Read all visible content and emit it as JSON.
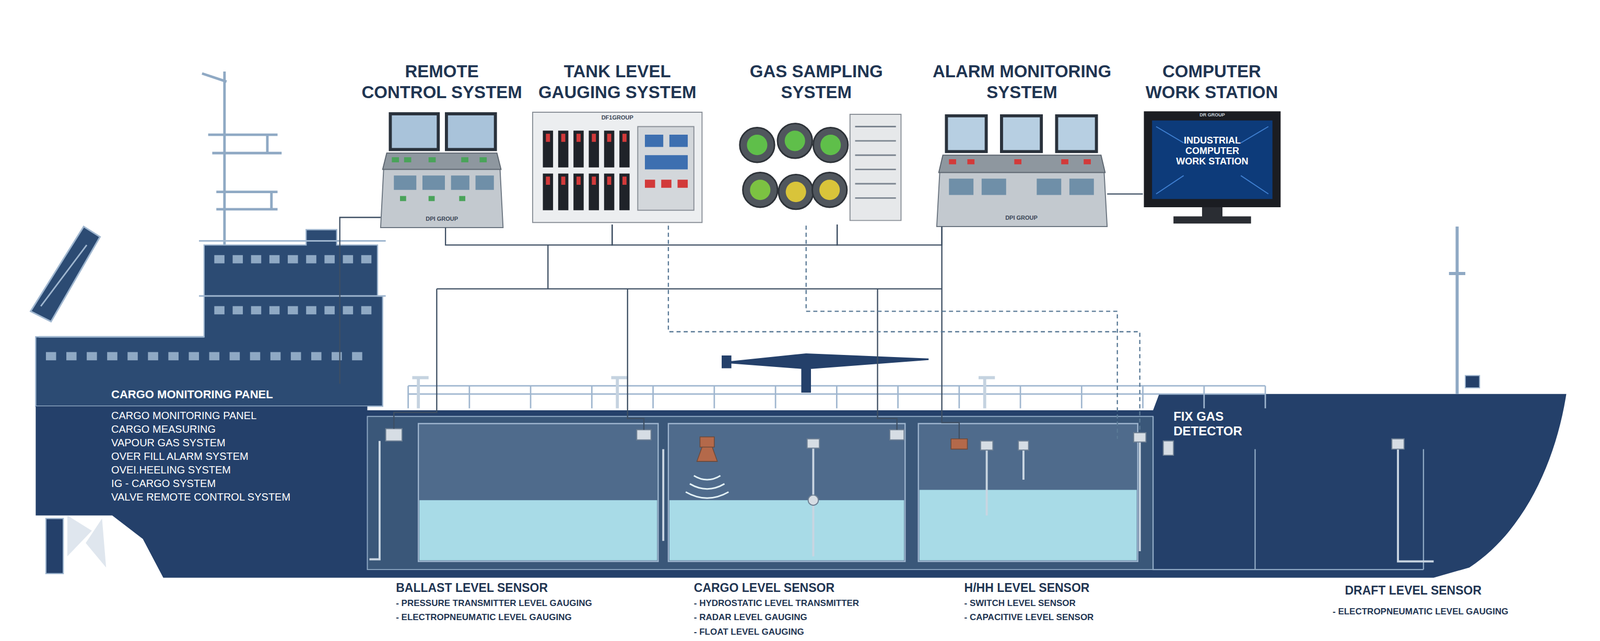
{
  "diagram": {
    "nodes": [
      {
        "text": [
          "REMOTE CONTROL SYSTEM"
        ]
      },
      {
        "text": [
          "TANK LEVEL GAUGING SYSTEM"
        ]
      },
      {
        "text": [
          "GAS SAMPLING SYSTEM"
        ]
      },
      {
        "text": [
          "ALARM MONITORING SYSTEM"
        ]
      },
      {
        "text": [
          "COMPUTER WORK STATION"
        ]
      },
      {
        "text": [
          "CARGO MONITORING PANEL",
          "CARGO MONITORING PANEL",
          "CARGO MEASURING",
          "VAPOUR GAS SYSTEM",
          "OVER FILL ALARM SYSTEM",
          "OVEI.HEELING SYSTEM",
          "IG - CARGO SYSTEM",
          "VALVE REMOTE CONTROL SYSTEM"
        ]
      }
    ],
    "edges": [
      {
        "from": 0,
        "to": 1,
        "arrow": "none"
      },
      {
        "from": 1,
        "to": 2,
        "arrow": "none"
      },
      {
        "from": 2,
        "to": 3,
        "arrow": "none"
      },
      {
        "from": 4,
        "to": 3,
        "arrow": "none"
      },
      {
        "from": 0,
        "to": 5,
        "arrow": "none"
      }
    ],
    "labels": [
      "DPI GROUP",
      "DF1GROUP",
      "DPI GROUP",
      "DR GROUP",
      "INDUSTRIAL COMPUTER WORK STATION",
      "FIX GAS DETECTOR",
      "BALLAST LEVEL SENSOR",
      "- PRESSURE TRANSMITTER LEVEL GAUGING",
      "- ELECTROPNEUMATIC LEVEL GAUGING",
      "CARGO LEVEL SENSOR",
      "- HYDROSTATIC LEVEL TRANSMITTER",
      "- RADAR LEVEL GAUGING",
      "- FLOAT LEVEL GAUGING",
      "H/HH LEVEL SENSOR",
      "- SWITCH LEVEL SENSOR",
      "- CAPACITIVE LEVEL SENSOR",
      "DRAFT LEVEL SENSOR",
      "- ELECTROPNEUMATIC LEVEL GAUGING"
    ]
  }
}
